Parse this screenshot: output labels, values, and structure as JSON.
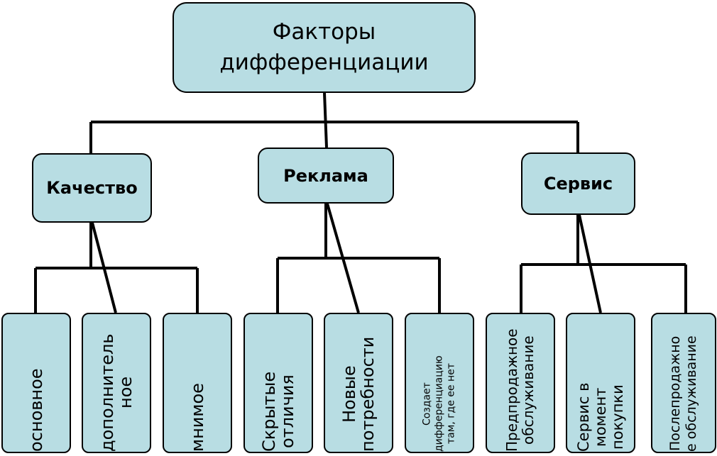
{
  "root": {
    "line1": "Факторы",
    "line2": "дифференциации"
  },
  "categories": [
    {
      "label": "Качество"
    },
    {
      "label": "Реклама"
    },
    {
      "label": "Сервис"
    }
  ],
  "leaves": [
    {
      "lines": [
        "основное"
      ]
    },
    {
      "lines": [
        "дополнитель",
        "ное"
      ]
    },
    {
      "lines": [
        "мнимое"
      ]
    },
    {
      "lines": [
        "Скрытые",
        "отличия"
      ]
    },
    {
      "lines": [
        "Новые",
        "потребности"
      ]
    },
    {
      "lines": [
        "Создает",
        "дифференциацию",
        "там, где ее нет"
      ]
    },
    {
      "lines": [
        "Предпродажное",
        "обслуживание"
      ]
    },
    {
      "lines": [
        "Сервис в",
        "момент",
        "покупки"
      ]
    },
    {
      "lines": [
        "Послепродажно",
        "е обслуживание"
      ]
    }
  ],
  "colors": {
    "box_fill": "#b8dde3",
    "line": "#000000"
  }
}
